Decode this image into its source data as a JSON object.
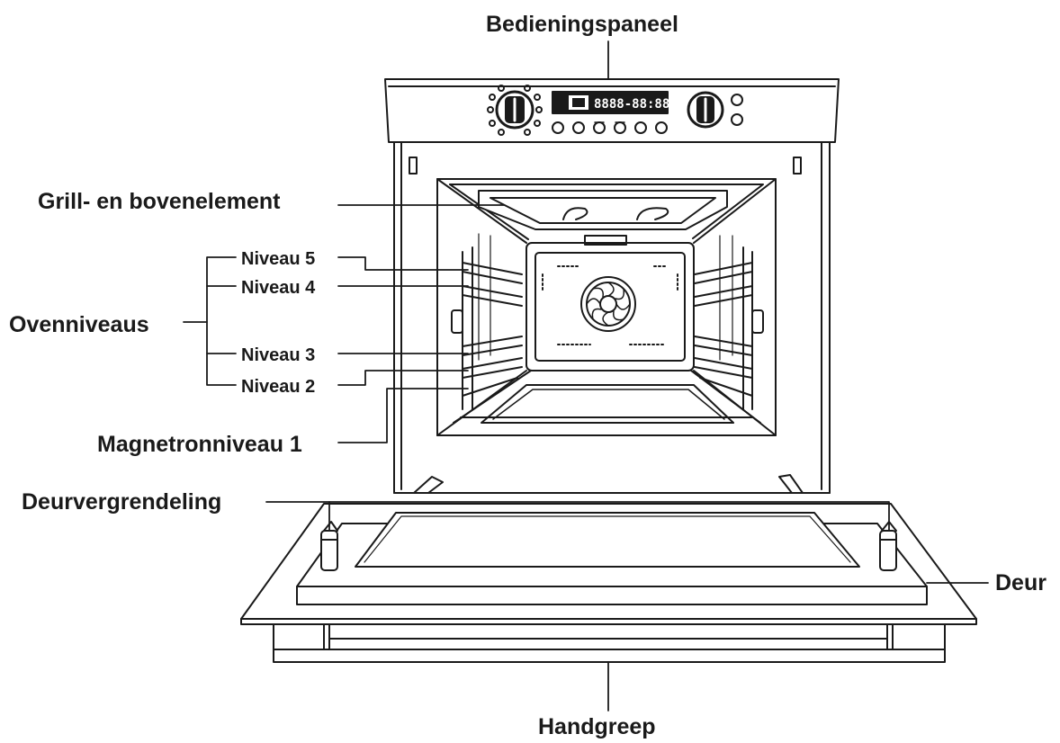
{
  "labels": {
    "control_panel": "Bedieningspaneel",
    "grill_element": "Grill- en bovenelement",
    "oven_levels": "Ovenniveaus",
    "level_5": "Niveau 5",
    "level_4": "Niveau 4",
    "level_3": "Niveau 3",
    "level_2": "Niveau 2",
    "magnetron_level": "Magnetronniveau 1",
    "door_lock": "Deurvergrendeling",
    "door": "Deur",
    "handle": "Handgreep"
  },
  "display": {
    "readout": "8888-88:88"
  },
  "colors": {
    "line": "#1a1a1a",
    "fill": "#ffffff",
    "shade": "#d8d8d8",
    "text": "#1a1a1a"
  }
}
